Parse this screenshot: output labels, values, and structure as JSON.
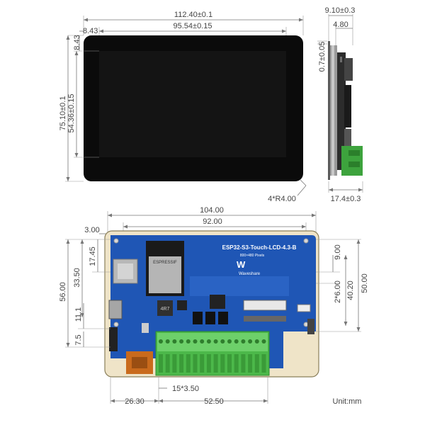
{
  "front_view": {
    "width_total": "112.40±0.1",
    "width_active": "95.54±0.15",
    "left_border": "8.43",
    "top_border": "8.43",
    "height_total": "75.10±0.1",
    "height_active": "54.36±0.15",
    "corner_radius": "4*R4.00"
  },
  "side_view": {
    "depth_total": "9.10±0.3",
    "depth_panel": "4.80",
    "glass": "0.7±0.05",
    "bottom_depth": "17.4±0.3"
  },
  "board": {
    "width_total": "104.00",
    "width_holes": "92.00",
    "hole_offset": "3.00",
    "height_total": "56.00",
    "height_33": "33.50",
    "height_17": "17.45",
    "height_11": "11.1",
    "height_7": "7.5",
    "right_50": "50.00",
    "right_40": "40.20",
    "right_9": "9.00",
    "right_6": "2*6.00",
    "bottom_left": "26.30",
    "bottom_terminal": "52.50",
    "pitch": "15*3.50",
    "unit": "Unit:mm",
    "title": "ESP32-S3-Touch-LCD-4.3-B",
    "subtitle": "800×480 Pixels",
    "brand": "Waveshare",
    "module_label": "ESPRESSIF",
    "chip_label": "4R7"
  }
}
